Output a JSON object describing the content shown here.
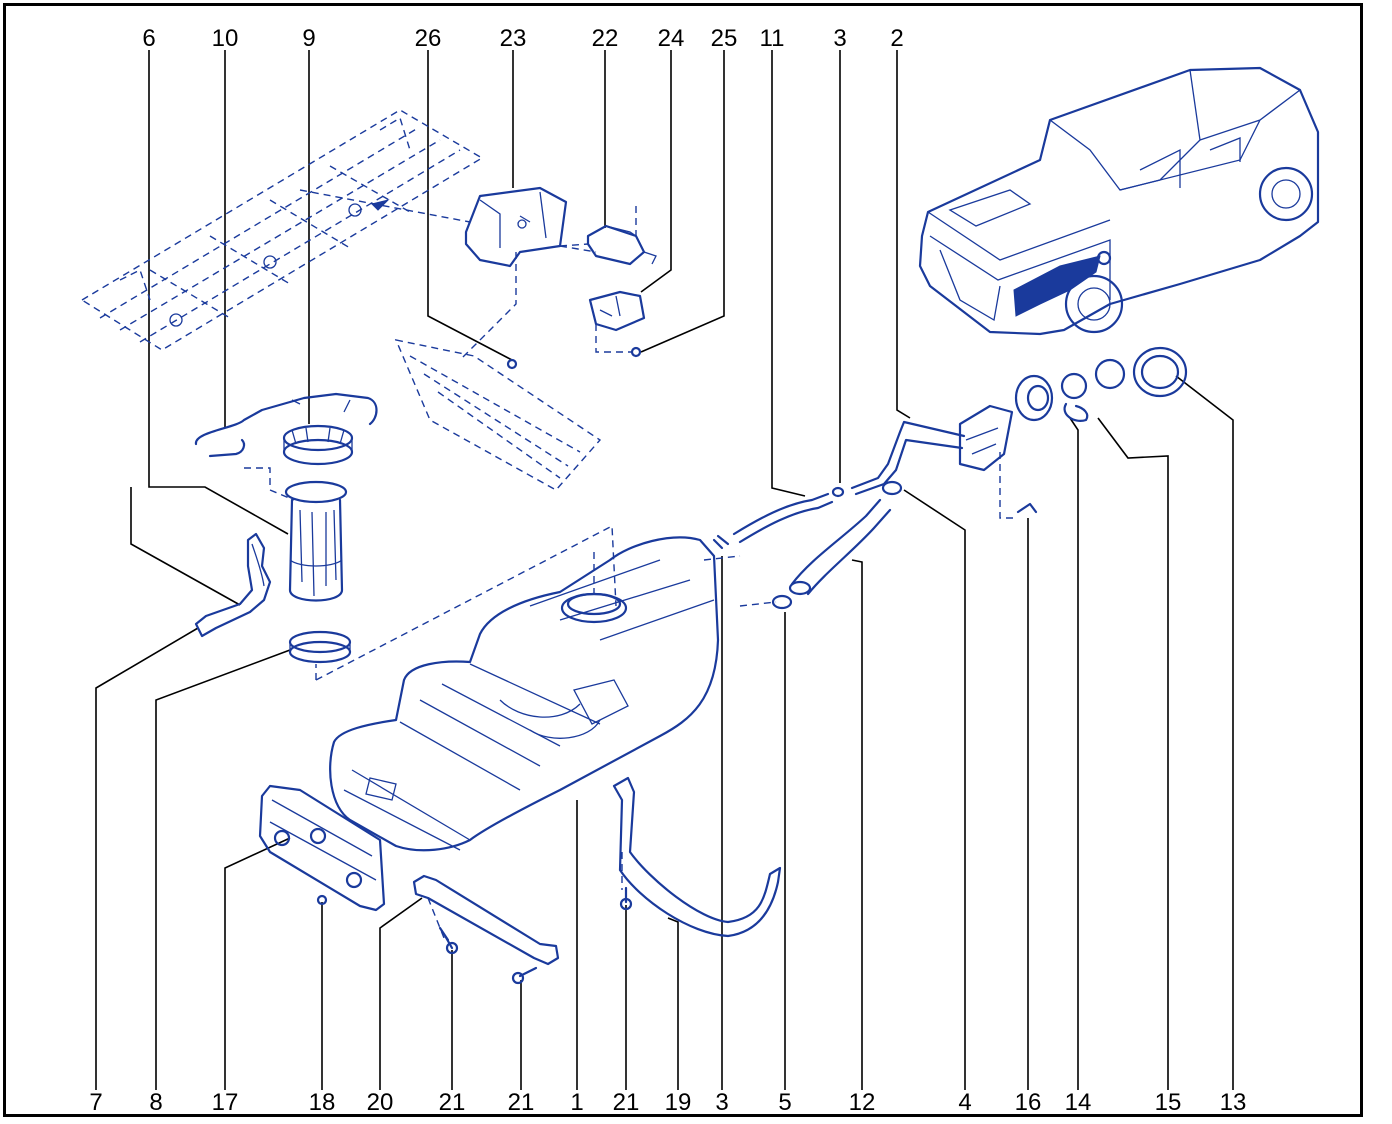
{
  "diagram": {
    "line_color": "#1a3a9c",
    "frame_color": "#000000",
    "top_labels": [
      "6",
      "10",
      "9",
      "26",
      "23",
      "22",
      "24",
      "25",
      "11",
      "3",
      "2"
    ],
    "bottom_labels": [
      "7",
      "8",
      "17",
      "18",
      "20",
      "21",
      "21",
      "1",
      "21",
      "19",
      "3",
      "5",
      "12",
      "4",
      "16",
      "14",
      "15",
      "13"
    ]
  }
}
